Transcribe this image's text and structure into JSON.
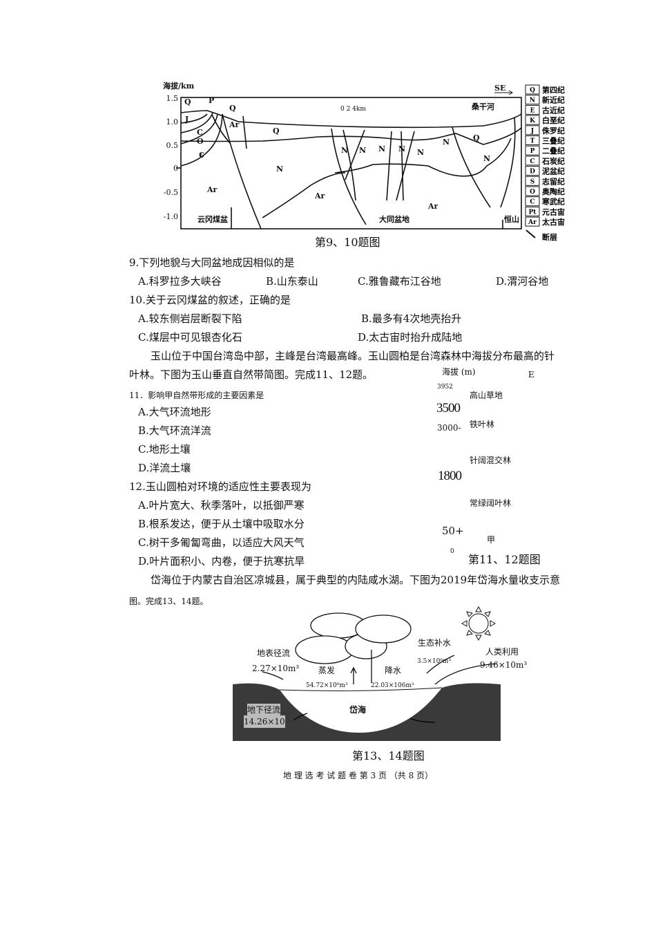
{
  "fig1": {
    "y_label": "海拔/km",
    "y_ticks": [
      "1.5",
      "1.0",
      "0.5",
      "0",
      "-0.5",
      "-1.0"
    ],
    "direction": "SE",
    "scale": "0  2  4km",
    "river": "桑干河",
    "regions": [
      "云冈煤盆",
      "大同盆地",
      "恒山"
    ],
    "strata_labels": [
      "Q",
      "P",
      "Q",
      "J",
      "Ar",
      "C",
      "O",
      "€",
      "Q",
      "N",
      "N",
      "N",
      "N",
      "N",
      "N",
      "N",
      "Ar",
      "Ar",
      "Q",
      "N",
      "Ar"
    ],
    "legend": [
      {
        "code": "Q",
        "name": "第四纪"
      },
      {
        "code": "N",
        "name": "新近纪"
      },
      {
        "code": "E",
        "name": "古近纪"
      },
      {
        "code": "K",
        "name": "白垩纪"
      },
      {
        "code": "J",
        "name": "侏罗纪"
      },
      {
        "code": "T",
        "name": "三叠纪"
      },
      {
        "code": "P",
        "name": "二叠纪"
      },
      {
        "code": "C",
        "name": "石炭纪"
      },
      {
        "code": "D",
        "name": "泥盆纪"
      },
      {
        "code": "S",
        "name": "志留纪"
      },
      {
        "code": "O",
        "name": "奥陶纪"
      },
      {
        "code": "C",
        "name": "寒武纪"
      },
      {
        "code": "Pt",
        "name": "元古宙"
      },
      {
        "code": "Ar",
        "name": "太古宙"
      }
    ],
    "fault_label": "断层",
    "caption": "第9、10题图"
  },
  "q9": {
    "stem": "9.下列地貌与大同盆地成因相似的是",
    "options": [
      "A.科罗拉多大峡谷",
      "B.山东泰山",
      "C.雅鲁藏布江谷地",
      "D.渭河谷地"
    ]
  },
  "q10": {
    "stem": "10.关于云冈煤盆的叙述，正确的是",
    "options": [
      "A.较东侧岩层断裂下陷",
      "B.最多有4次地壳抬升",
      "C.煤层中可见银杏化石",
      "D.太古宙时抬升成陆地"
    ]
  },
  "para1": {
    "line1": "玉山位于中国台湾岛中部，主峰是台湾最高峰。玉山圆柏是台湾森林中海拔分布最高的针",
    "line2": "叶林。下图为玉山垂直自然带简图。完成11、12题。"
  },
  "q11": {
    "stem": "11．影响甲自然带形成的主要因素是",
    "options": [
      "A.大气环流地形",
      "B.大气环流洋流",
      "C.地形土壤",
      "D.洋流土壤"
    ]
  },
  "q12": {
    "stem": "12.玉山圆柏对环境的适应性主要表现为",
    "options": [
      "A.叶片宽大、秋季落叶，以抵御严寒",
      "B.根系发达，便于从土壤中吸取水分",
      "C.树干多匍匐弯曲，以适应大风天气",
      "D.叶片面积小、内卷，便于抗寒抗旱"
    ]
  },
  "fig2": {
    "y_label": "海拔 (m)",
    "aspect": "E",
    "top": "3952",
    "v3500": "3500",
    "v3000": "3000-",
    "v1800": "1800",
    "v50": "50+",
    "v0": "0",
    "zones": [
      "高山草地",
      "铁叶林",
      "针阔混交林",
      "常绿阔叶林",
      "甲"
    ],
    "caption": "第11、12题图"
  },
  "para2": {
    "line1": "岱海位于内蒙古自治区凉城县，属于典型的内陆咸水湖。下图为2019年岱海水量收支示意",
    "line2": "图。完成13、14题。"
  },
  "fig3": {
    "surface_runoff": "地表径流",
    "surface_value": "2.27×10m³",
    "evap": "蒸发",
    "evap_value": "54.72×10⁶m³",
    "precip": "降水",
    "precip_value": "22.03×106m³",
    "eco": "生态补水",
    "eco_value": "3.5×10⁶m³",
    "human": "人类利用",
    "human_value": "9.46×10m³",
    "ground": "地下径流",
    "ground_value": "14.26×10",
    "lake": "岱海",
    "caption": "第13、14题图"
  },
  "footer": "地 理 选 考 试 题 卷 第 3 页 （共 8 页）"
}
